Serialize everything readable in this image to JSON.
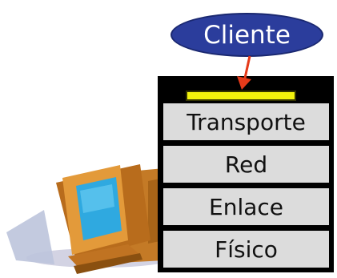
{
  "bubble": {
    "label": "Cliente",
    "color": "#2b3d9c"
  },
  "socket": {
    "color": "#f2f20c"
  },
  "arrow": {
    "color": "#e53a1a"
  },
  "layers": [
    {
      "label": "Transporte"
    },
    {
      "label": "Red"
    },
    {
      "label": "Enlace"
    },
    {
      "label": "Físico"
    }
  ],
  "host": {
    "icon": "desktop-computer-icon",
    "screen_color": "#2fa9e0",
    "body_color": "#d98a2e"
  }
}
